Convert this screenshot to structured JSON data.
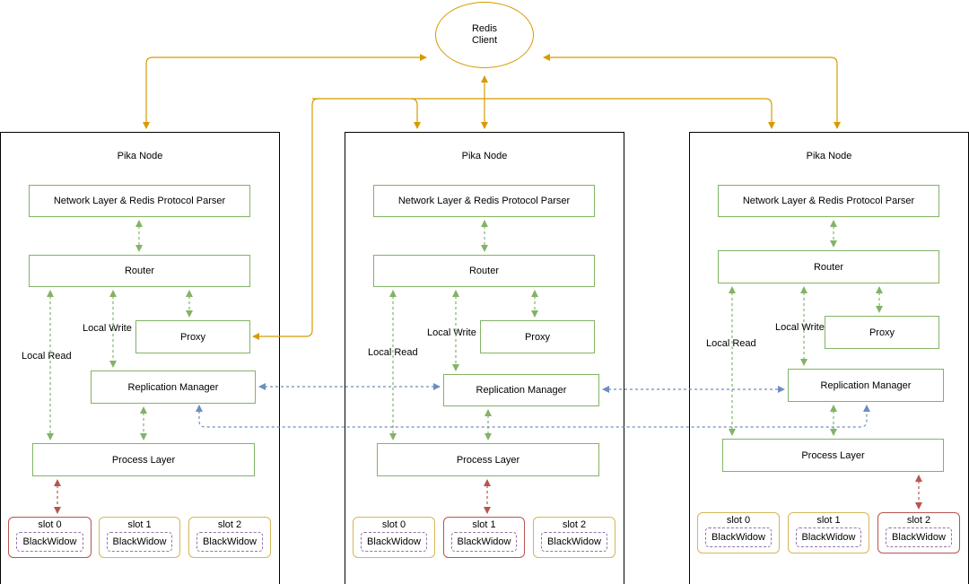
{
  "client": {
    "line1": "Redis",
    "line2": "Client"
  },
  "nodes": [
    {
      "title": "Pika Node",
      "network": "Network Layer & Redis Protocol Parser",
      "router": "Router",
      "proxy": "Proxy",
      "replication": "Replication Manager",
      "process": "Process Layer",
      "local_read": "Local Read",
      "local_write": "Local Write",
      "slots": [
        {
          "label": "slot 0",
          "inner": "BlackWidow"
        },
        {
          "label": "slot 1",
          "inner": "BlackWidow"
        },
        {
          "label": "slot 2",
          "inner": "BlackWidow"
        }
      ]
    },
    {
      "title": "Pika Node",
      "network": "Network Layer & Redis Protocol Parser",
      "router": "Router",
      "proxy": "Proxy",
      "replication": "Replication Manager",
      "process": "Process Layer",
      "local_read": "Local Read",
      "local_write": "Local Write",
      "slots": [
        {
          "label": "slot 0",
          "inner": "BlackWidow"
        },
        {
          "label": "slot 1",
          "inner": "BlackWidow"
        },
        {
          "label": "slot 2",
          "inner": "BlackWidow"
        }
      ]
    },
    {
      "title": "Pika Node",
      "network": "Network Layer & Redis Protocol Parser",
      "router": "Router",
      "proxy": "Proxy",
      "replication": "Replication Manager",
      "process": "Process Layer",
      "local_read": "Local Read",
      "local_write": "Local Write",
      "slots": [
        {
          "label": "slot 0",
          "inner": "BlackWidow"
        },
        {
          "label": "slot 1",
          "inner": "BlackWidow"
        },
        {
          "label": "slot 2",
          "inner": "BlackWidow"
        }
      ]
    }
  ],
  "colors": {
    "client_edge": "#d79b00",
    "layer_border": "#82b366",
    "green_link": "#82b366",
    "blue_link": "#6c8ebf",
    "red_link": "#b85450",
    "slot_border": "#d6b656",
    "slot_active_border": "#b85450",
    "blackwidow_border": "#9673a6"
  }
}
